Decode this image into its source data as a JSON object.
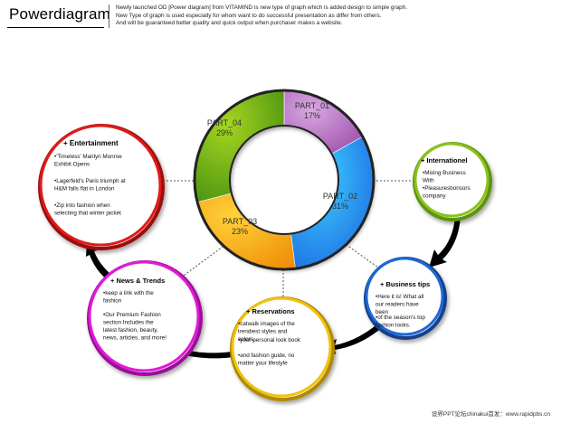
{
  "header": {
    "title": "Powerdiagram",
    "description": [
      "Newly launched OD [Power diagram] from VITAMIND is new type of graph which is added design to simple graph.",
      "New Type of graph is used especially for whom want to do successful presentation as differ from others.",
      "And will be guaranteed better quality and quick output when purchaser makes a website."
    ]
  },
  "donut": {
    "parts": [
      {
        "label": "PART_01",
        "percent": "17%",
        "value": 17,
        "color": "#b36fc2"
      },
      {
        "label": "PART_02",
        "percent": "31%",
        "value": 31,
        "color": "#2b9cf0"
      },
      {
        "label": "PART_03",
        "percent": "23%",
        "value": 23,
        "color": "#f3ac12"
      },
      {
        "label": "PART_04",
        "percent": "29%",
        "value": 29,
        "color": "#6aac17"
      }
    ]
  },
  "circles": {
    "entertainment": {
      "title": "Entertainment",
      "color": "#e01a1a",
      "items": [
        "'Timeless' Marilyn Monroe Exhibit Opens",
        "Lagerfeld's Paris triumph at H&M falls flat in London",
        "Zip into fashion when selecting that winter jacket"
      ]
    },
    "international": {
      "title": "Internationel",
      "color": "#8ac21c",
      "items": [
        "Mixing Business With",
        "Pleasuresbonsors company"
      ]
    },
    "business": {
      "title": "Business tips",
      "color": "#1e68d8",
      "items": [
        "Here it is! What all our readers have been",
        "of the season's top fashion looks."
      ]
    },
    "reservations": {
      "title": "Reservations",
      "color": "#f0c20c",
      "items": [
        "catwalk images of the trendiest styles and colors,",
        "your personal look book",
        "and fashion guide, no matter your lifestyle"
      ]
    },
    "news": {
      "title": "News & Trends",
      "color": "#e01ad8",
      "items": [
        "keep a link with the fashion",
        "Our Premium Fashion section Includes the latest fashion, beauty, news, articles, and more!"
      ]
    }
  },
  "footer": "设界PPT论坛chinakui首发：www.rapidpbs.cn"
}
